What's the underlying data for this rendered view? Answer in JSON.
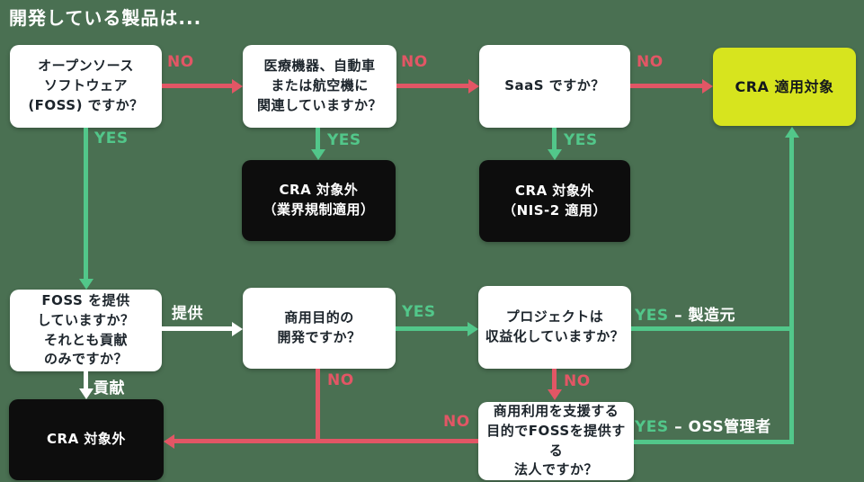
{
  "title": "開発している製品は...",
  "colors": {
    "background": "#4a7052",
    "red": "#e25665",
    "green": "#52c78a",
    "yellow": "#d7e41e",
    "black_box": "#0d0d0d",
    "white_box": "#ffffff"
  },
  "nodes": {
    "foss_question": "オープンソース\nソフトウェア\n(FOSS) ですか？",
    "regulated_question": "医療機器、自動車\nまたは航空機に\n関連していますか？",
    "saas_question": "SaaS ですか？",
    "cra_in_scope": "CRA 適用対象",
    "out_industry": "CRA 対象外\n（業界規制適用）",
    "out_nis2": "CRA 対象外\n（NIS-2 適用）",
    "provide_question": "FOSS を提供\nしていますか？\nそれとも貢献\nのみですか？",
    "commercial_question": "商用目的の\n開発ですか？",
    "monetized_question": "プロジェクトは\n収益化していますか？",
    "legal_entity_question": "商用利用を支援する\n目的でFOSSを提供する\n法人ですか？",
    "out_of_scope": "CRA 対象外"
  },
  "edges": {
    "no_foss": "NO",
    "no_regulated": "NO",
    "no_saas": "NO",
    "yes_foss": "YES",
    "yes_regulated": "YES",
    "yes_saas": "YES",
    "provide": "提供",
    "contribute": "貢献",
    "yes_commercial": "YES",
    "no_commercial": "NO",
    "no_monetized": "NO",
    "no_legal": "NO",
    "yes_manufacturer_yes": "YES",
    "yes_manufacturer_rest": " – 製造元",
    "yes_steward_yes": "YES",
    "yes_steward_rest": " – OSS管理者"
  }
}
